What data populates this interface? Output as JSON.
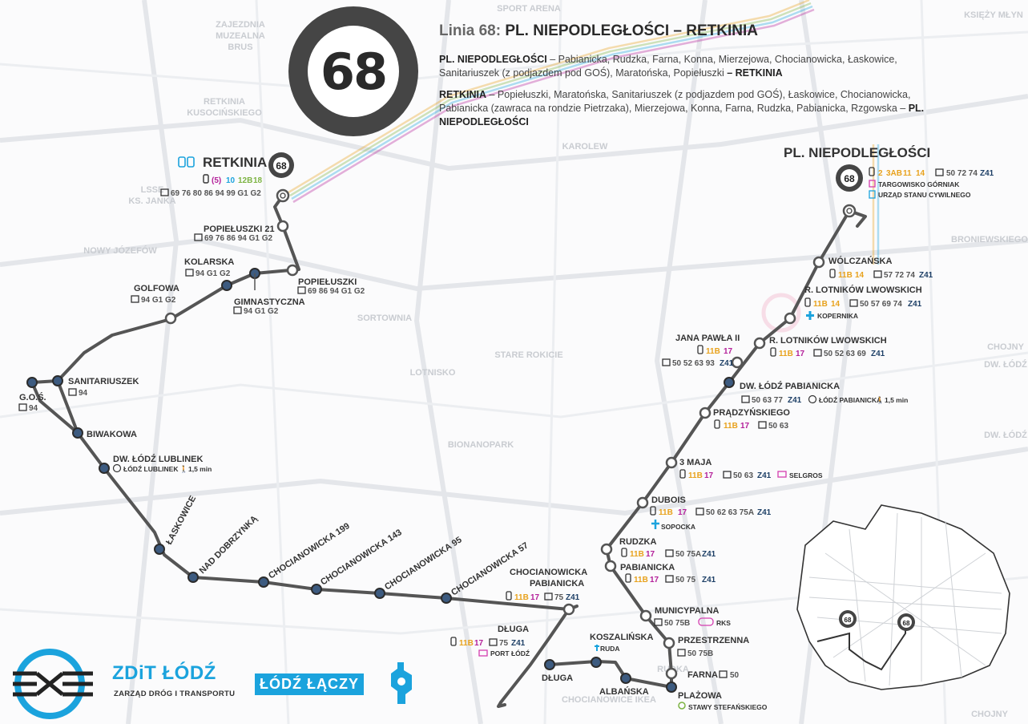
{
  "header": {
    "prefix": "Linia 68:",
    "route": "PL. NIEPODLEGŁOŚCI – RETKINIA",
    "badge_number": "68",
    "dir1_head": "PL. NIEPODLEGŁOŚCI",
    "dir1_body": " – Pabianicka, Rudzka, Farna, Konna, Mierzejowa, Chocianowicka, Łaskowice, Sanitariuszek (z podjazdem pod GOŚ), Maratońska, Popiełuszki ",
    "dir1_tail": " – RETKINIA",
    "dir2_head": "RETKINIA",
    "dir2_body": " – Popiełuszki, Maratońska, Sanitariuszek (z podjazdem pod GOŚ), Łaskowice, Chocianowicka, Pabianicka (zawraca na rondzie Pietrzaka), Mierzejowa, Konna, Farna, Rudzka, Pabianicka, Rzgowska – ",
    "dir2_tail": "PL. NIEPODLEGŁOŚCI"
  },
  "colors": {
    "route": "#555555",
    "tram_orange": "#e8a21d",
    "tram_magenta": "#b4209a",
    "tram_cyan": "#1ba3dd",
    "tram_green": "#7cb342",
    "night_navy": "#1d3f66",
    "brand_blue": "#1ba3dd",
    "pink_poi": "#d43fb0"
  },
  "background_labels": [
    {
      "text": "SPORT ARENA"
    },
    {
      "text": "ZAJEZDNIA"
    },
    {
      "text": "MUZEALNA"
    },
    {
      "text": "BRUS"
    },
    {
      "text": "RETKINIA"
    },
    {
      "text": "KUSOCIŃSKIEGO"
    },
    {
      "text": "KAROLEW"
    },
    {
      "text": "LSSE"
    },
    {
      "text": "KS. JANKA"
    },
    {
      "text": "NOWY JÓZEFÓW"
    },
    {
      "text": "SORTOWNIA"
    },
    {
      "text": "LOTNISKO"
    },
    {
      "text": "STARE ROKICIE"
    },
    {
      "text": "BIONANOPARK"
    },
    {
      "text": "BRONIEWSKIEGO"
    },
    {
      "text": "DW. ŁÓDŹ"
    },
    {
      "text": "CHOJNY"
    },
    {
      "text": "DW. ŁÓDŹ"
    },
    {
      "text": "KSIĘŻY MŁYN"
    },
    {
      "text": "CHOJNY"
    },
    {
      "text": "RUDKA"
    },
    {
      "text": "CHOCIANOWICE IKEA"
    }
  ],
  "legend_map": {
    "badge_left": "68",
    "badge_right": "68"
  },
  "stops": [
    {
      "name": "RETKINIA",
      "trams": [
        "(5)",
        "10",
        "12B",
        "18"
      ],
      "buses": "69 76 80 86 94 99 G1 G2"
    },
    {
      "name": "POPIEŁUSZKI 21",
      "buses": "69 76 86 94 G1 G2"
    },
    {
      "name": "POPIEŁUSZKI",
      "buses": "69 86 94 G1 G2"
    },
    {
      "name": "KOLARSKA",
      "buses": "94 G1 G2"
    },
    {
      "name": "GIMNASTYCZNA",
      "buses": "94 G1 G2"
    },
    {
      "name": "GOLFOWA",
      "buses": "94 G1 G2"
    },
    {
      "name": "SANITARIUSZEK",
      "buses": "94"
    },
    {
      "name": "G.O.Ś.",
      "buses": "94"
    },
    {
      "name": "BIWAKOWA"
    },
    {
      "name": "DW. ŁÓDŹ LUBLINEK",
      "rail": "ŁÓDŹ LUBLINEK",
      "walk": "1,5 min"
    },
    {
      "name": "ŁASKOWICE"
    },
    {
      "name": "NAD DOBRZYNKĄ"
    },
    {
      "name": "CHOCIANOWICKA 199"
    },
    {
      "name": "CHOCIANOWICKA 143"
    },
    {
      "name": "CHOCIANOWICKA 95"
    },
    {
      "name": "CHOCIANOWICKA 57"
    },
    {
      "name": "CHOCIANOWICKA",
      "name2": "PABIANICKA",
      "trams": [
        "11B",
        "17"
      ],
      "buses": "75",
      "night": "Z41"
    },
    {
      "name": "DŁUGA",
      "trams": [
        "11B",
        "17"
      ],
      "buses": "75",
      "night": "Z41",
      "poi": "PORT ŁÓDŹ"
    },
    {
      "name": "DŁUGA"
    },
    {
      "name": "KOSZALIŃSKA",
      "poi": "RUDA"
    },
    {
      "name": "ALBAŃSKA"
    },
    {
      "name": "PLAŻOWA",
      "poi": "STAWY STEFAŃSKIEGO"
    },
    {
      "name": "FARNA",
      "buses": "50"
    },
    {
      "name": "PRZESTRZENNA",
      "buses": "50 75B"
    },
    {
      "name": "MUNICYPALNA",
      "buses": "50 75B",
      "poi": "RKS"
    },
    {
      "name": "PABIANICKA",
      "trams": [
        "11B",
        "17"
      ],
      "buses": "50 75",
      "night": "Z41"
    },
    {
      "name": "RUDZKA",
      "trams": [
        "11B",
        "17"
      ],
      "buses": "50 75A",
      "night": "Z41"
    },
    {
      "name": "DUBOIS",
      "trams": [
        "11B",
        "17"
      ],
      "buses": "50 62 63 75A",
      "night": "Z41",
      "poi": "SOPOCKA"
    },
    {
      "name": "3 MAJA",
      "trams": [
        "11B",
        "17"
      ],
      "buses": "50 63",
      "night": "Z41",
      "poi": "SELGROS"
    },
    {
      "name": "PRĄDZYŃSKIEGO",
      "trams": [
        "11B",
        "17"
      ],
      "buses": "50 63"
    },
    {
      "name": "DW. ŁÓDŹ PABIANICKA",
      "buses": "50 63 77",
      "night": "Z41",
      "rail": "ŁÓDŹ PABIANICKA",
      "walk": "1,5 min"
    },
    {
      "name": "JANA PAWŁA II",
      "trams": [
        "11B",
        "17"
      ],
      "buses": "50 52 63 93",
      "night": "Z41"
    },
    {
      "name": "R. LOTNIKÓW LWOWSKICH",
      "trams": [
        "11B",
        "17"
      ],
      "buses": "50 52 63 69",
      "night": "Z41"
    },
    {
      "name": "R. LOTNIKÓW LWOWSKICH",
      "trams": [
        "11B",
        "14"
      ],
      "buses": "50 57 69 74",
      "night": "Z41",
      "poi": "KOPERNIKA"
    },
    {
      "name": "WÓLCZAŃSKA",
      "trams": [
        "11B",
        "14"
      ],
      "buses": "57 72 74",
      "night": "Z41"
    },
    {
      "name": "PL. NIEPODLEGŁOŚCI",
      "trams": [
        "2",
        "3AB",
        "11",
        "14"
      ],
      "buses": "50 72 74",
      "night": "Z41",
      "poi": "TARGOWISKO GÓRNIAK",
      "poi2": "URZĄD STANU CYWILNEGO"
    }
  ],
  "logos": {
    "zdit": "ZDiT ŁÓDŹ",
    "zdit_sub": "ZARZĄD DRÓG I TRANSPORTU",
    "lodz": "ŁÓDŹ ŁĄCZY"
  }
}
